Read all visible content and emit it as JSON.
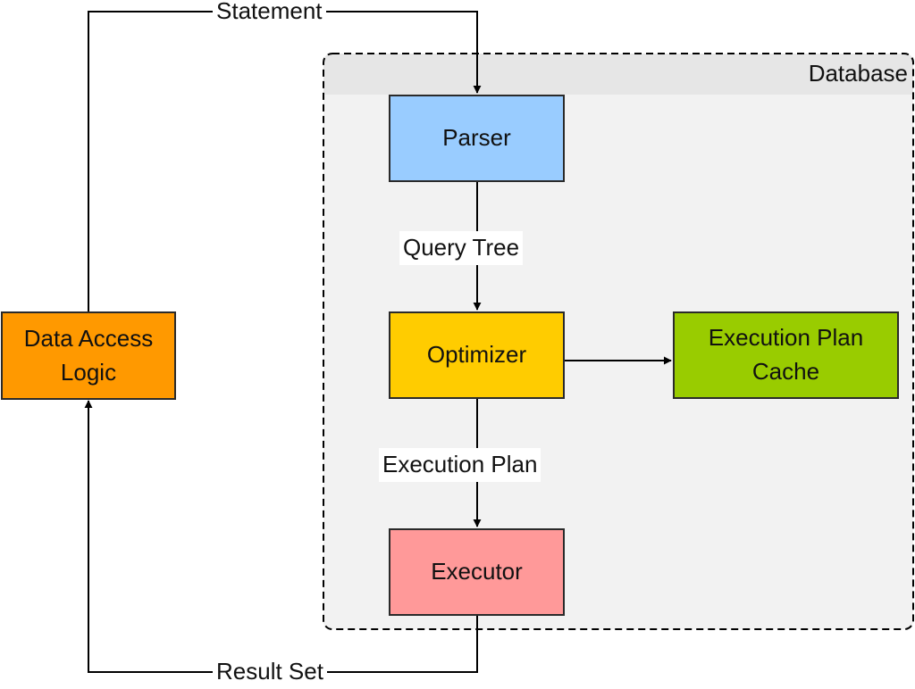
{
  "container": {
    "title": "Database",
    "fill": "#f2f2f2",
    "header_fill": "#e6e6e6"
  },
  "nodes": {
    "data_access_logic": {
      "label": "Data Access\nLogic",
      "fill": "#ff9900"
    },
    "parser": {
      "label": "Parser",
      "fill": "#99ccff"
    },
    "optimizer": {
      "label": "Optimizer",
      "fill": "#ffcc00"
    },
    "execution_plan_cache": {
      "label": "Execution Plan\nCache",
      "fill": "#99cc00"
    },
    "executor": {
      "label": "Executor",
      "fill": "#ff9999"
    }
  },
  "edges": {
    "statement": "Statement",
    "query_tree": "Query Tree",
    "execution_plan": "Execution Plan",
    "result_set": "Result Set"
  }
}
